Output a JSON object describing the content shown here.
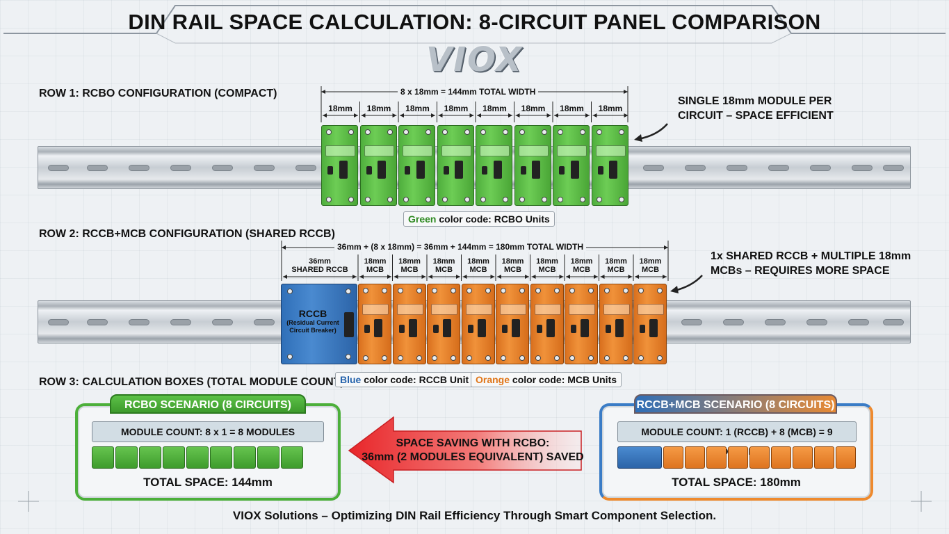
{
  "title": "DIN RAIL SPACE CALCULATION: 8-CIRCUIT PANEL COMPARISON",
  "logo": "VIOX",
  "row1": {
    "label": "ROW 1: RCBO CONFIGURATION (COMPACT)",
    "dimension": "8 x 18mm = 144mm TOTAL WIDTH",
    "module_label": "18mm",
    "module_count": 8,
    "callout_line1": "SINGLE 18mm MODULE PER",
    "callout_line2": "CIRCUIT – SPACE EFFICIENT",
    "legend_color": "Green",
    "legend_rest": " color code: RCBO Units"
  },
  "row2": {
    "label": "ROW 2: RCCB+MCB CONFIGURATION (SHARED RCCB)",
    "dimension": "36mm + (8 x 18mm) = 36mm + 144mm = 180mm TOTAL WIDTH",
    "rccb_label_line1": "36mm",
    "rccb_label_line2": "SHARED RCCB",
    "mcb_label_line1": "18mm",
    "mcb_label_line2": "MCB",
    "mcb_count": 9,
    "rccb_title": "RCCB",
    "rccb_sub1": "(Residual Current",
    "rccb_sub2": "Circuit Breaker)",
    "callout_line1": "1x SHARED RCCB + MULTIPLE 18mm",
    "callout_line2": "MCBs – REQUIRES MORE SPACE",
    "legend_blue": "Blue",
    "legend_blue_rest": " color code: RCCB Unit",
    "legend_orange": "Orange",
    "legend_orange_rest": " color code: MCB Units"
  },
  "row3": {
    "label": "ROW 3: CALCULATION BOXES (TOTAL MODULE COUNT)"
  },
  "rcbo_box": {
    "header": "RCBO SCENARIO (8 CIRCUITS)",
    "count": "MODULE COUNT: 8 x 1 = 8 MODULES",
    "cells": 9,
    "total": "TOTAL SPACE: 144mm"
  },
  "saving": {
    "line1": "SPACE SAVING WITH RCBO:",
    "line2": "36mm (2 MODULES EQUIVALENT) SAVED"
  },
  "rccb_box": {
    "header": "RCCB+MCB SCENARIO (8 CIRCUITS)",
    "count": "MODULE COUNT: 1 (RCCB) + 8 (MCB) = 9 MODULES",
    "blue_cells": 1,
    "orange_cells": 9,
    "total": "TOTAL SPACE: 180mm"
  },
  "footer": "VIOX Solutions – Optimizing DIN Rail Efficiency Through Smart Component Selection.",
  "colors": {
    "green": "#4caf3a",
    "orange": "#ee8a2e",
    "blue": "#2f6fb8",
    "red": "#e23a3a"
  }
}
